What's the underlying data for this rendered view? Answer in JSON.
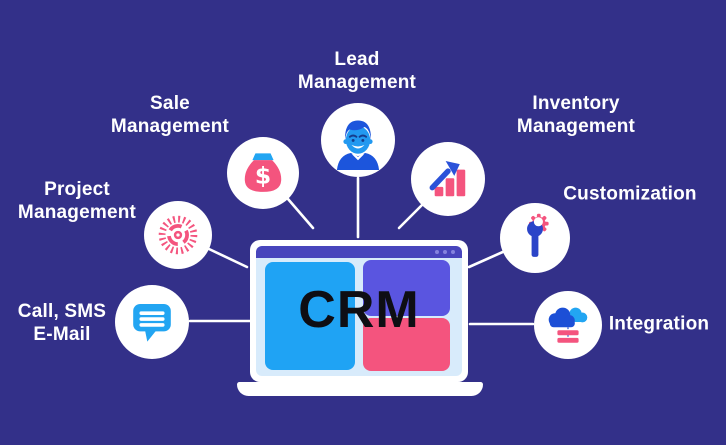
{
  "diagram_title": "CRM features diagram",
  "laptop": {
    "screen_label": "CRM",
    "window_dots_count": 3
  },
  "features": [
    {
      "id": "lead",
      "label": "Lead\nManagement",
      "icon": "person-icon"
    },
    {
      "id": "sale",
      "label": "Sale\nManagement",
      "icon": "money-bag-icon"
    },
    {
      "id": "inventory",
      "label": "Inventory\nManagement",
      "icon": "growth-chart-icon"
    },
    {
      "id": "project",
      "label": "Project\nManagement",
      "icon": "gear-icon"
    },
    {
      "id": "customization",
      "label": "Customization",
      "icon": "wrench-gear-icon"
    },
    {
      "id": "call",
      "label": "Call, SMS\nE-Mail",
      "icon": "chat-bubble-icon"
    },
    {
      "id": "integration",
      "label": "Integration",
      "icon": "cloud-sync-icon"
    }
  ],
  "colors": {
    "background": "#333089",
    "circle_fill": "#ffffff",
    "label_text": "#ffffff",
    "pink": "#f4547e",
    "bright_blue": "#22a5f2",
    "royal_blue": "#2b52d9",
    "dark_cloud_blue": "#1c4fd6",
    "wrench_blue": "#2b44c8",
    "laptop_topbar": "#4845bc",
    "laptop_panel_purple": "#5a55e0",
    "laptop_screen_bg": "#d8ebfb",
    "crm_text": "#0e0e14",
    "connector_line": "#ffffff"
  }
}
